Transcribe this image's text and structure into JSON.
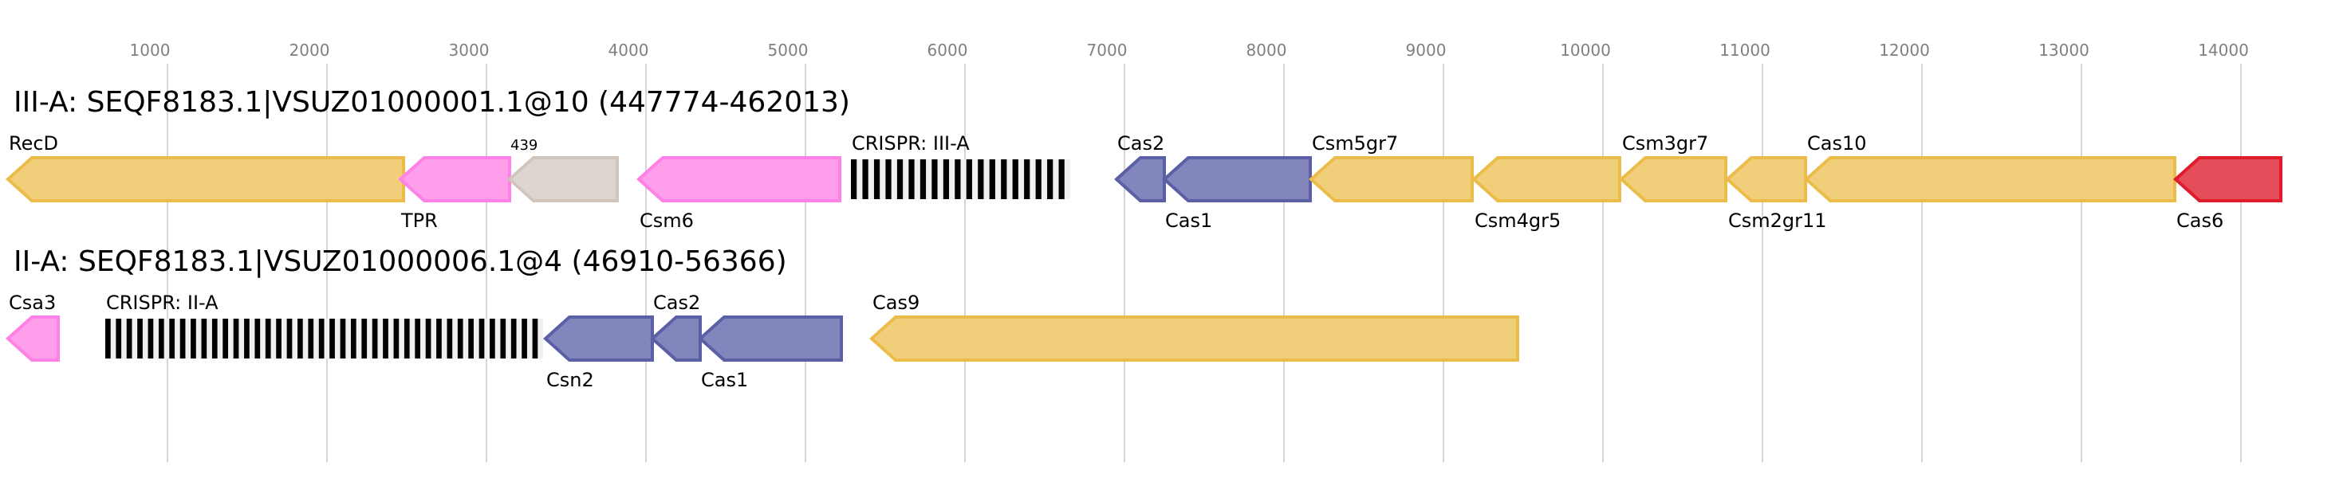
{
  "axis": {
    "ticks": [
      1000,
      2000,
      3000,
      4000,
      5000,
      6000,
      7000,
      8000,
      9000,
      10000,
      11000,
      12000,
      13000,
      14000
    ],
    "grid_color": "#c8c8c8",
    "tick_label_color": "#808080"
  },
  "colors": {
    "yellow": {
      "fill": "#f0cc73",
      "stroke": "#ecbc4a"
    },
    "pink": {
      "fill": "#ff99e9",
      "stroke": "#ff80e6"
    },
    "gray": {
      "fill": "#dbd3cd",
      "stroke": "#d1c6bd"
    },
    "blue": {
      "fill": "#7c7fb8",
      "stroke": "#5b5fa6"
    },
    "red": {
      "fill": "#e54352",
      "stroke": "#de1c2c"
    }
  },
  "tracks": [
    {
      "title": "III-A: SEQF8183.1|VSUZ01000001.1@10 (447774-462013)",
      "features": [
        {
          "label": "RecD",
          "type": "gene",
          "start": 0,
          "end": 2480,
          "strand": "-",
          "color": "yellow",
          "label_pos": "above"
        },
        {
          "label": "TPR",
          "type": "gene",
          "start": 2460,
          "end": 3145,
          "strand": "-",
          "color": "pink",
          "label_pos": "below"
        },
        {
          "label": "439",
          "type": "gene",
          "start": 3145,
          "end": 3820,
          "strand": "-",
          "color": "gray",
          "label_pos": "above",
          "small": true
        },
        {
          "label": "Csm6",
          "type": "gene",
          "start": 3955,
          "end": 5215,
          "strand": "-",
          "color": "pink",
          "label_pos": "below"
        },
        {
          "label": "CRISPR: III-A",
          "type": "crispr",
          "start": 5285,
          "end": 6660,
          "repeats": 19,
          "label_pos": "above"
        },
        {
          "label": "Cas2",
          "type": "gene",
          "start": 6950,
          "end": 7250,
          "strand": "-",
          "color": "blue",
          "label_pos": "above"
        },
        {
          "label": "Cas1",
          "type": "gene",
          "start": 7250,
          "end": 8165,
          "strand": "-",
          "color": "blue",
          "label_pos": "below"
        },
        {
          "label": "Csm5gr7",
          "type": "gene",
          "start": 8170,
          "end": 9180,
          "strand": "-",
          "color": "yellow",
          "label_pos": "above"
        },
        {
          "label": "Csm4gr5",
          "type": "gene",
          "start": 9190,
          "end": 10105,
          "strand": "-",
          "color": "yellow",
          "label_pos": "below"
        },
        {
          "label": "Csm3gr7",
          "type": "gene",
          "start": 10115,
          "end": 10770,
          "strand": "-",
          "color": "yellow",
          "label_pos": "above"
        },
        {
          "label": "Csm2gr11",
          "type": "gene",
          "start": 10780,
          "end": 11270,
          "strand": "-",
          "color": "yellow",
          "label_pos": "below"
        },
        {
          "label": "Cas10",
          "type": "gene",
          "start": 11275,
          "end": 13585,
          "strand": "-",
          "color": "yellow",
          "label_pos": "above"
        },
        {
          "label": "Cas6",
          "type": "gene",
          "start": 13590,
          "end": 14250,
          "strand": "-",
          "color": "red",
          "label_pos": "below"
        }
      ]
    },
    {
      "title": "II-A: SEQF8183.1|VSUZ01000006.1@4 (46910-56366)",
      "features": [
        {
          "label": "Csa3",
          "type": "gene",
          "start": 0,
          "end": 315,
          "strand": "-",
          "color": "pink",
          "label_pos": "above"
        },
        {
          "label": "CRISPR: II-A",
          "type": "crispr",
          "start": 610,
          "end": 3355,
          "repeats": 41,
          "label_pos": "above"
        },
        {
          "label": "Csn2",
          "type": "gene",
          "start": 3370,
          "end": 4040,
          "strand": "-",
          "color": "blue",
          "label_pos": "below"
        },
        {
          "label": "Cas2",
          "type": "gene",
          "start": 4040,
          "end": 4340,
          "strand": "-",
          "color": "blue",
          "label_pos": "above"
        },
        {
          "label": "Cas1",
          "type": "gene",
          "start": 4340,
          "end": 5225,
          "strand": "-",
          "color": "blue",
          "label_pos": "below"
        },
        {
          "label": "Cas9",
          "type": "gene",
          "start": 5415,
          "end": 9465,
          "strand": "-",
          "color": "yellow",
          "label_pos": "above"
        }
      ]
    }
  ]
}
